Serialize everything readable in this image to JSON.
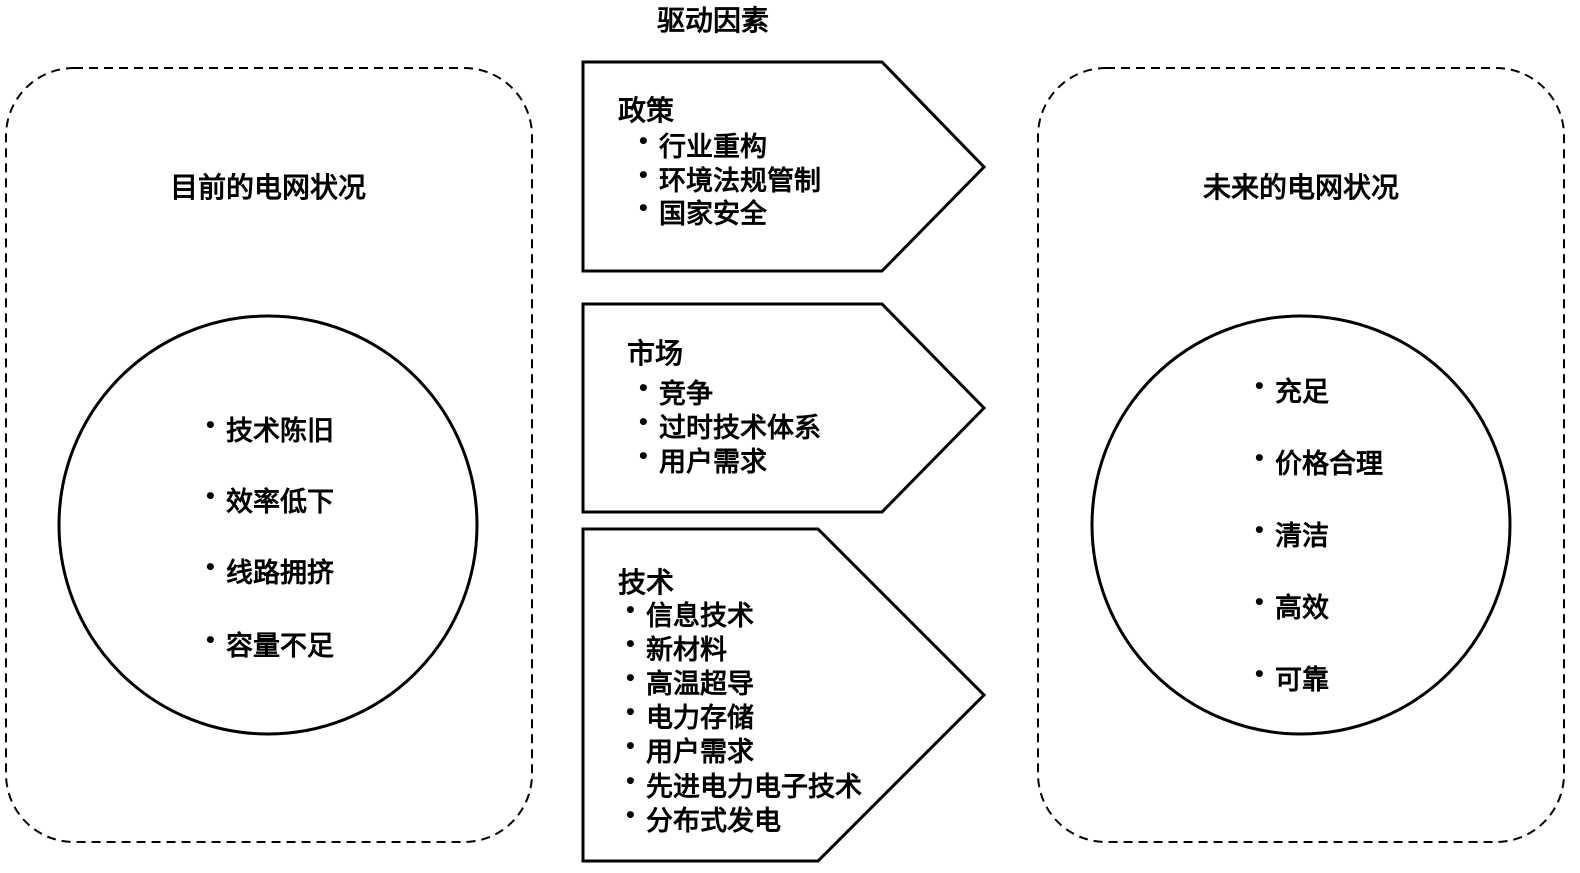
{
  "header": {
    "title": "驱动因素"
  },
  "current": {
    "title": "目前的电网状况",
    "items": [
      "技术陈旧",
      "效率低下",
      "线路拥挤",
      "容量不足"
    ]
  },
  "future": {
    "title": "未来的电网状况",
    "items": [
      "充足",
      "价格合理",
      "清洁",
      "高效",
      "可靠"
    ]
  },
  "drivers": [
    {
      "title": "政策",
      "items": [
        "行业重构",
        "环境法规管制",
        "国家安全"
      ]
    },
    {
      "title": "市场",
      "items": [
        "竞争",
        "过时技术体系",
        "用户需求"
      ]
    },
    {
      "title": "技术",
      "items": [
        "信息技术",
        "新材料",
        "高温超导",
        "电力存储",
        "用户需求",
        "先进电力电子技术",
        "分布式发电"
      ]
    }
  ],
  "bullet_symbol": "•",
  "colors": {
    "line": "#000000",
    "background": "#ffffff"
  }
}
